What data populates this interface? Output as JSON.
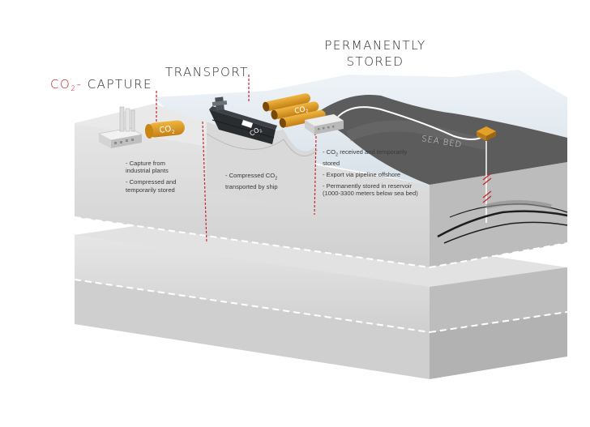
{
  "headings": {
    "capture_co": "CO",
    "capture_sub": "2",
    "capture_dash": "- ",
    "capture_word": "CAPTURE",
    "transport": "TRANSPORT",
    "stored_line1": "PERMANENTLY",
    "stored_line2": "STORED"
  },
  "labels": {
    "tank_co": "CO",
    "tank_sub": "2",
    "ship_co": "CO",
    "ship_sub": "2",
    "sea_bed": "SEA BED"
  },
  "capture_notes": {
    "note1": "- Capture from industrial plants",
    "note2": "- Compressed and temporarily stored"
  },
  "transport_notes": {
    "note1_pre": "- Compressed CO",
    "note1_sub": "2",
    "note1_post": " transported by ship"
  },
  "stored_notes": {
    "note1_pre": "- CO",
    "note1_sub": "2",
    "note1_post": " received and temporarily stored",
    "note2": "- Export via pipeline offshore",
    "note3": "- Permanently stored in reservoir (1000-3300 meters below sea bed)"
  },
  "colors": {
    "accent_red": "#b8242b",
    "tank_orange": "#e3a127",
    "block_light": "#ececec",
    "block_front": "#d8d8d8",
    "sea": "#dfe8ef",
    "ground_dark": "#5a5a5a"
  }
}
